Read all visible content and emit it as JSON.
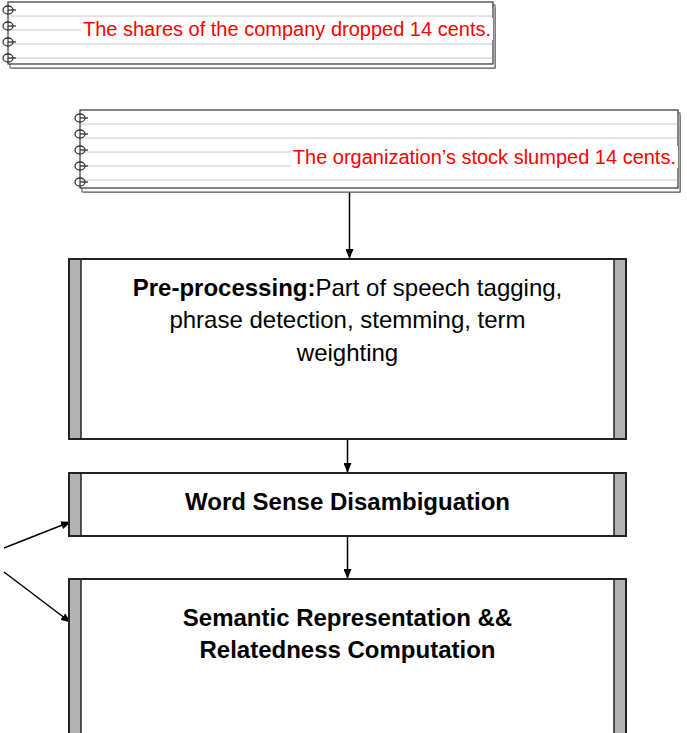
{
  "diagram": {
    "nodes": [
      {
        "text": [
          "The shares of the company dropped 14 cents."
        ]
      },
      {
        "text": [
          "The organization’s stock slumped 14 cents."
        ]
      },
      {
        "text": [
          "Pre-processing:",
          "Part of speech tagging, phrase detection, stemming, term weighting"
        ]
      },
      {
        "text": [
          "Word Sense Disambiguation"
        ]
      },
      {
        "text": [
          "Semantic Representation && Relatedness Computation"
        ]
      }
    ],
    "edges": [
      {
        "from": 1,
        "to": 2,
        "arrow": "to"
      },
      {
        "from": 2,
        "to": 3,
        "arrow": "to"
      },
      {
        "from": 3,
        "to": 4,
        "arrow": "to"
      }
    ]
  }
}
